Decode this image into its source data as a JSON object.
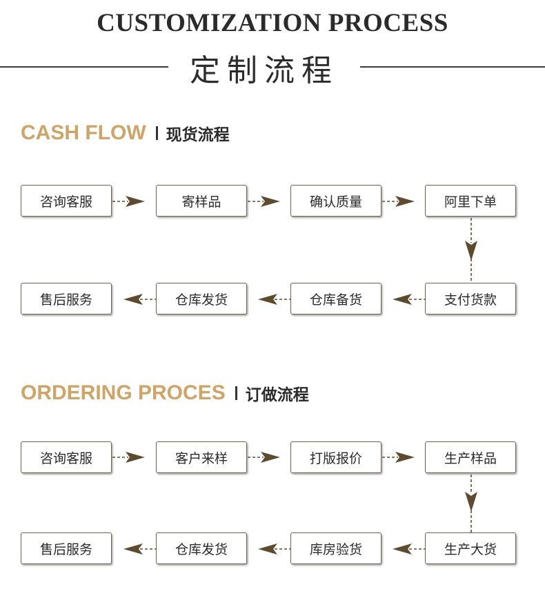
{
  "header": {
    "title_en": "CUSTOMIZATION PROCESS",
    "title_cn": "定制流程"
  },
  "sections": [
    {
      "title_en": "CASH FLOW",
      "title_cn": "现货流程",
      "row1": [
        "咨询客服",
        "寄样品",
        "确认质量",
        "阿里下单"
      ],
      "row2": [
        "售后服务",
        "仓库发货",
        "仓库备货",
        "支付货款"
      ]
    },
    {
      "title_en": "ORDERING PROCES",
      "title_cn": "订做流程",
      "row1": [
        "咨询客服",
        "客户来样",
        "打版报价",
        "生产样品"
      ],
      "row2": [
        "售后服务",
        "仓库发货",
        "库房验货",
        "生产大货"
      ]
    }
  ],
  "colors": {
    "accent_gold": "#cfa464",
    "arrow_brown": "#5e4a2c",
    "box_border": "#6f6150",
    "text_dark": "#2b2b2b"
  }
}
